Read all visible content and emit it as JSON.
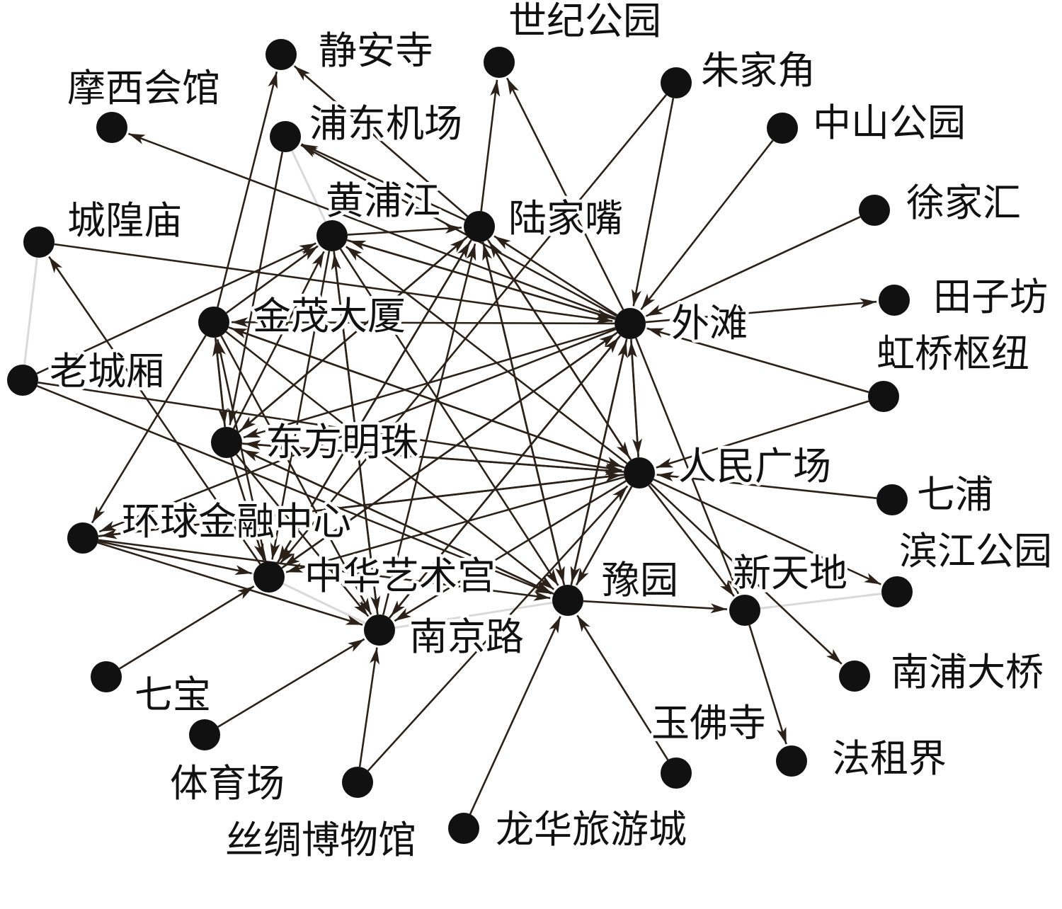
{
  "nodes": [
    "静安寺",
    "世纪公园",
    "摩西会馆",
    "浦东机场",
    "朱家角",
    "中山公园",
    "徐家汇",
    "黄浦江",
    "陆家嘴",
    "城隍庙",
    "田子坊",
    "金茂大厦",
    "外滩",
    "虹桥枢纽",
    "老城厢",
    "东方明珠",
    "人民广场",
    "七浦",
    "环球金融中心",
    "滨江公园",
    "中华艺术宫",
    "豫园",
    "新天地",
    "南京路",
    "七宝",
    "南浦大桥",
    "体育场",
    "玉佛寺",
    "法租界",
    "丝绸博物馆",
    "龙华旅游城"
  ],
  "edges": [
    [
      12,
      10
    ],
    [
      12,
      1
    ],
    [
      12,
      8
    ],
    [
      12,
      7
    ],
    [
      12,
      3
    ],
    [
      12,
      16
    ],
    [
      12,
      22
    ],
    [
      12,
      11
    ],
    [
      12,
      15
    ],
    [
      12,
      18
    ],
    [
      12,
      20
    ],
    [
      12,
      23
    ],
    [
      12,
      21
    ],
    [
      12,
      2
    ],
    [
      4,
      12
    ],
    [
      4,
      20
    ],
    [
      5,
      12
    ],
    [
      6,
      12
    ],
    [
      13,
      12
    ],
    [
      16,
      12
    ],
    [
      13,
      16
    ],
    [
      17,
      16
    ],
    [
      16,
      19
    ],
    [
      16,
      25
    ],
    [
      16,
      22
    ],
    [
      16,
      8
    ],
    [
      16,
      7
    ],
    [
      16,
      11
    ],
    [
      16,
      15
    ],
    [
      16,
      18
    ],
    [
      16,
      21
    ],
    [
      16,
      20
    ],
    [
      16,
      23
    ],
    [
      22,
      28
    ],
    [
      21,
      22
    ],
    [
      27,
      21
    ],
    [
      30,
      21
    ],
    [
      29,
      23
    ],
    [
      29,
      16
    ],
    [
      26,
      23
    ],
    [
      24,
      20
    ],
    [
      18,
      23
    ],
    [
      18,
      20
    ],
    [
      18,
      21
    ],
    [
      18,
      16
    ],
    [
      14,
      7
    ],
    [
      14,
      16
    ],
    [
      14,
      21
    ],
    [
      9,
      12
    ],
    [
      20,
      9
    ],
    [
      7,
      8
    ],
    [
      7,
      12
    ],
    [
      7,
      20
    ],
    [
      7,
      23
    ],
    [
      7,
      21
    ],
    [
      8,
      1
    ],
    [
      8,
      3
    ],
    [
      8,
      15
    ],
    [
      8,
      20
    ],
    [
      8,
      21
    ],
    [
      8,
      16
    ],
    [
      8,
      0
    ],
    [
      11,
      0
    ],
    [
      11,
      15
    ],
    [
      11,
      18
    ],
    [
      11,
      16
    ],
    [
      11,
      21
    ],
    [
      11,
      23
    ],
    [
      11,
      7
    ],
    [
      15,
      7
    ],
    [
      15,
      8
    ],
    [
      15,
      11
    ],
    [
      15,
      16
    ],
    [
      15,
      21
    ],
    [
      15,
      20
    ],
    [
      15,
      23
    ],
    [
      20,
      11
    ],
    [
      20,
      8
    ],
    [
      20,
      12
    ],
    [
      23,
      7
    ],
    [
      23,
      8
    ],
    [
      23,
      12
    ],
    [
      21,
      12
    ],
    [
      21,
      8
    ],
    [
      21,
      15
    ],
    [
      3,
      15
    ]
  ],
  "faint_edges": [
    [
      0,
      8
    ],
    [
      3,
      7
    ],
    [
      7,
      11
    ],
    [
      11,
      15
    ],
    [
      15,
      20
    ],
    [
      20,
      23
    ],
    [
      23,
      21
    ],
    [
      21,
      16
    ],
    [
      16,
      17
    ],
    [
      12,
      13
    ],
    [
      12,
      6
    ],
    [
      9,
      14
    ],
    [
      18,
      20
    ],
    [
      22,
      19
    ]
  ],
  "colors": {
    "background": "#ffffff",
    "node": "#111111",
    "edge": "#2b2118",
    "faint_edge": "#d9d9d9",
    "label": "#111111"
  }
}
